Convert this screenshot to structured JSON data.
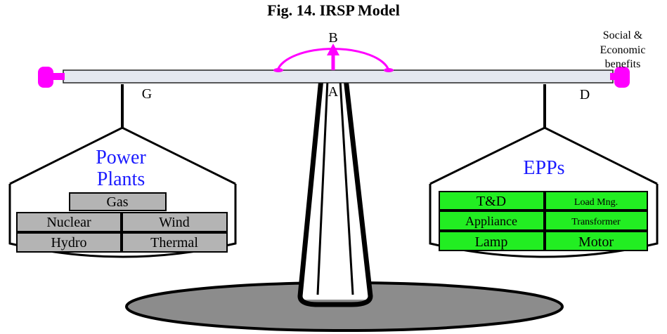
{
  "title": "Fig. 14.  IRSP Model",
  "labels": {
    "pivot_top": "B",
    "pivot": "A",
    "left_arm": "G",
    "right_arm": "D",
    "benefits": [
      "Social &",
      "Economic",
      "benefits"
    ]
  },
  "left_pan": {
    "heading": [
      "Power",
      "Plants"
    ],
    "blocks": [
      "Gas",
      "Nuclear",
      "Wind",
      "Hydro",
      "Thermal"
    ]
  },
  "right_pan": {
    "heading": "EPPs",
    "blocks": [
      "T&D",
      "Load Mng.",
      "Appliance",
      "Transformer",
      "Lamp",
      "Motor"
    ]
  },
  "colors": {
    "arc": "#ff00ff",
    "heading": "#1a1aff",
    "block_gray": "#b4b4b4",
    "block_green": "#22ee22",
    "base": "#8c8c8c",
    "beam": "#e4e8f0"
  }
}
